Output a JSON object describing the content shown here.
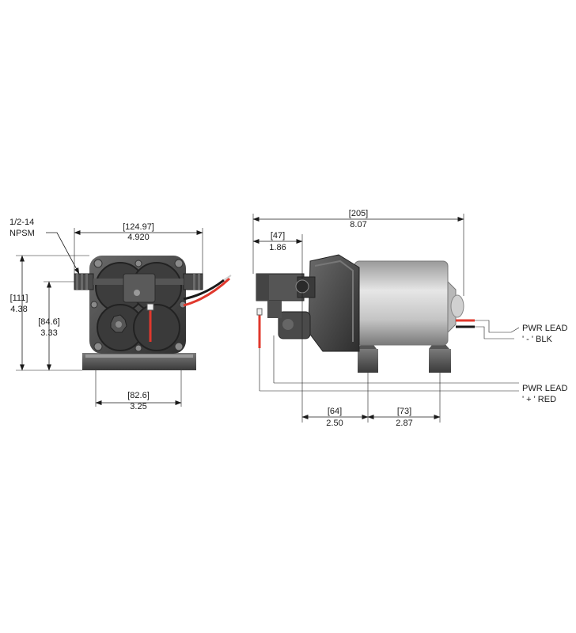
{
  "front_view": {
    "port_label_1": "1/2-14",
    "port_label_2": "NPSM",
    "width_in_mm": "[124.97]",
    "width_in_in": "4.920",
    "height_mm": "[111]",
    "height_in": "4.38",
    "port_height_mm": "[84.6]",
    "port_height_in": "3.33",
    "base_width_mm": "[82.6]",
    "base_width_in": "3.25"
  },
  "side_view": {
    "length_mm": "[205]",
    "length_in": "8.07",
    "head_mm": "[47]",
    "head_in": "1.86",
    "foot1_mm": "[64]",
    "foot1_in": "2.50",
    "foot2_mm": "[73]",
    "foot2_in": "2.87"
  },
  "callouts": {
    "neg_lead_1": "PWR LEAD",
    "neg_lead_2": "' - ' BLK",
    "pos_lead_1": "PWR LEAD",
    "pos_lead_2": "' + ' RED"
  },
  "colors": {
    "wire_red": "#e0382d",
    "wire_black": "#1a1a1a",
    "body_dark": "#4a4a4a",
    "body_light": "#d8d8d8"
  }
}
